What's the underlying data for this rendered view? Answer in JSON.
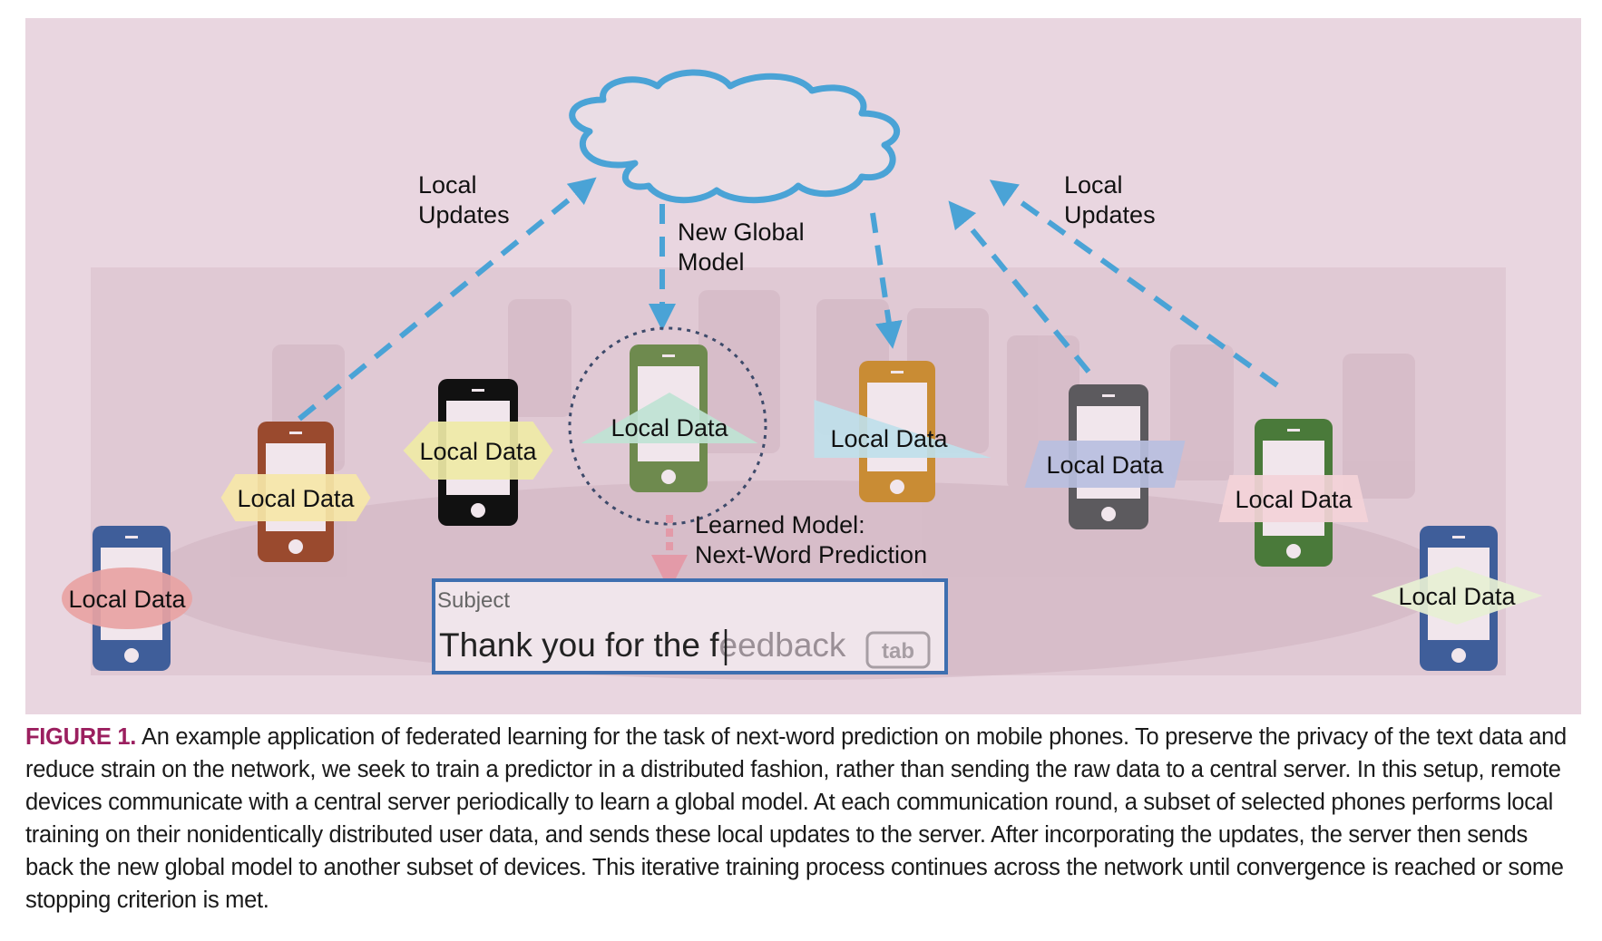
{
  "figure": {
    "cloud_label_left": [
      "Local",
      "Updates"
    ],
    "cloud_label_right": [
      "Local",
      "Updates"
    ],
    "global_model_label": [
      "New Global",
      "Model"
    ],
    "learned_model_label": [
      "Learned Model:",
      "Next-Word Prediction"
    ],
    "phones": [
      {
        "label": "Local Data",
        "body_color": "#3f5e9a",
        "label_color": "#e8a3a3",
        "label_shape": "ellipse"
      },
      {
        "label": "Local Data",
        "body_color": "#9a4a2e",
        "label_color": "#f6e7a8",
        "label_shape": "hexagon"
      },
      {
        "label": "Local Data",
        "body_color": "#111111",
        "label_color": "#efeaa6",
        "label_shape": "pentagon"
      },
      {
        "label": "Local Data",
        "body_color": "#6e8a4e",
        "label_color": "#bfe3d4",
        "label_shape": "triangle"
      },
      {
        "label": "Local Data",
        "body_color": "#c98c34",
        "label_color": "#bfe0ea",
        "label_shape": "wedge"
      },
      {
        "label": "Local Data",
        "body_color": "#5c5a5e",
        "label_color": "#b9bfe0",
        "label_shape": "parallelogram"
      },
      {
        "label": "Local Data",
        "body_color": "#4a7a3a",
        "label_color": "#f3d2d8",
        "label_shape": "trapezoid"
      },
      {
        "label": "Local Data",
        "body_color": "#3f5e9a",
        "label_color": "#e7f0d4",
        "label_shape": "diamond"
      }
    ],
    "textbox": {
      "subject_label": "Subject",
      "typed_text": "Thank you for the f",
      "suggested_text": "eedback",
      "tab_label": "tab"
    },
    "colors": {
      "background": "#e9d6e0",
      "arrow": "#4aa3d6",
      "prediction_arrow": "#e39aa8",
      "textbox_border": "#3e6fb0"
    }
  },
  "caption": {
    "label": "FIGURE 1.",
    "text": "An example application of federated learning for the task of next-word prediction on mobile phones. To preserve the privacy of the text data and reduce strain on the network, we seek to train a predictor in a distributed fashion, rather than sending the raw data to a central server. In this setup, remote devices communicate with a central server periodically to learn a global model. At each communication round, a subset of selected phones performs local training on their nonidentically distributed user data, and sends these local updates to the server. After incorporating the updates, the server then sends back the new global model to another subset of devices. This iterative training process continues across the network until convergence is reached or some stopping criterion is met."
  }
}
